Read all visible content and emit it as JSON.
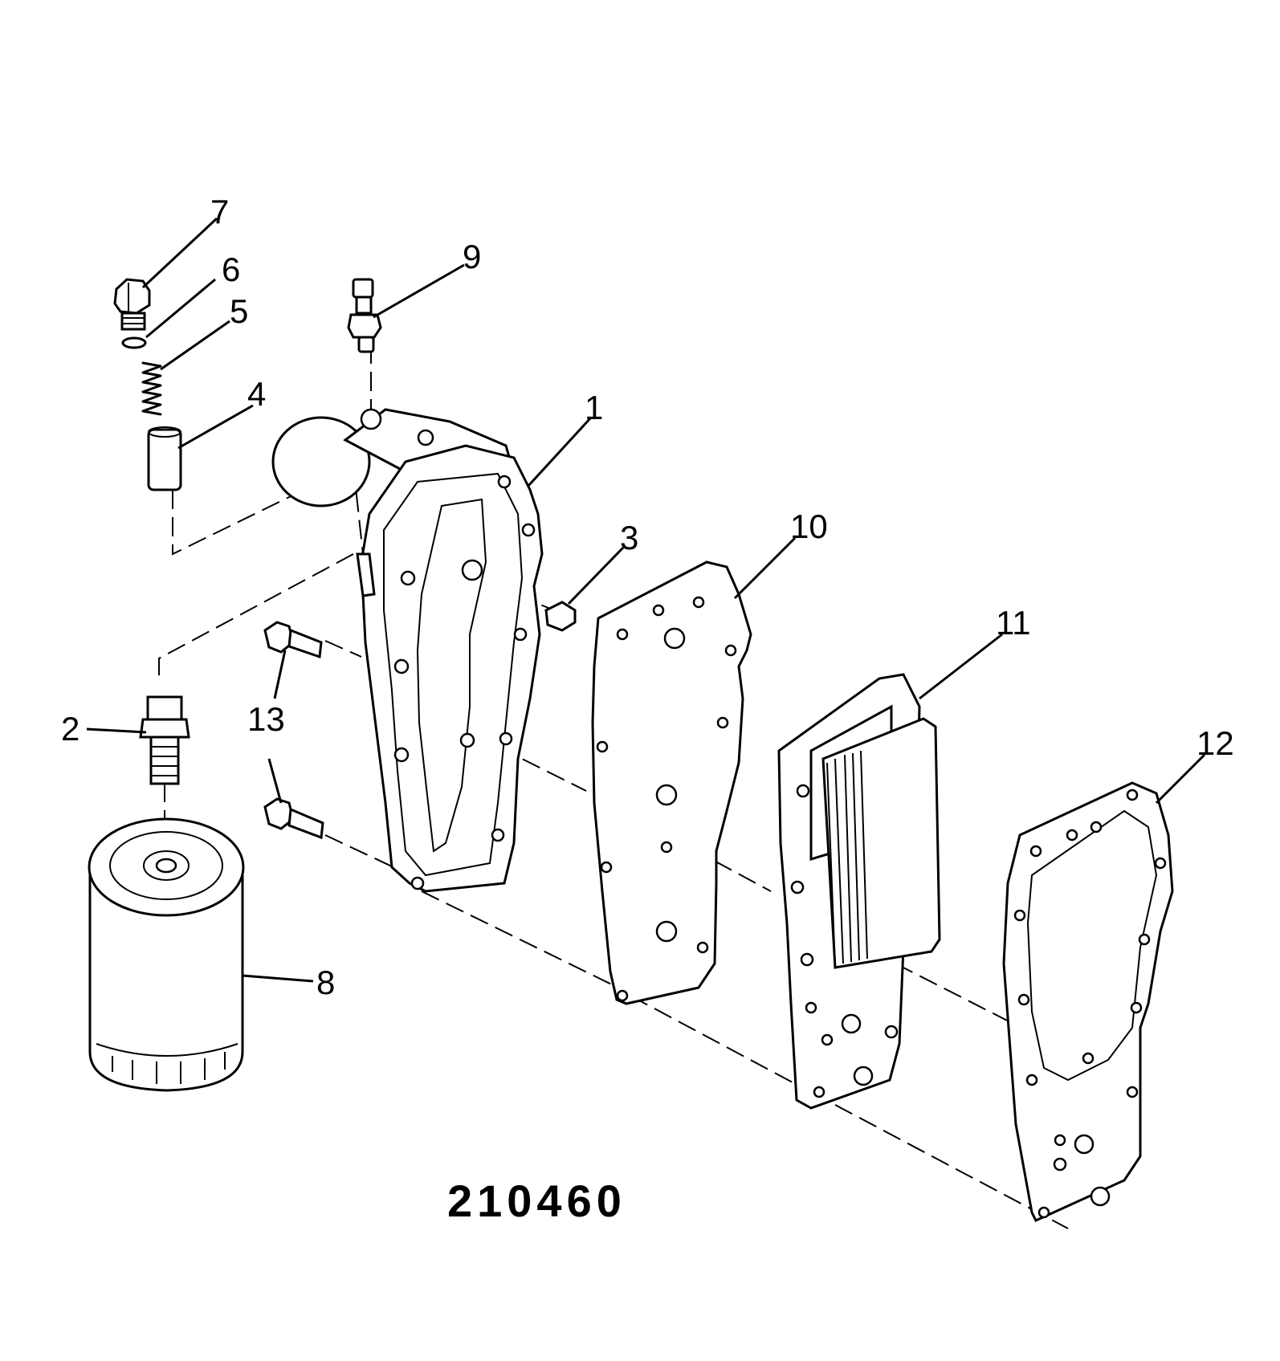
{
  "drawing_number": "210460",
  "callouts": [
    {
      "id": "1",
      "part": "oil-cooler-housing"
    },
    {
      "id": "2",
      "part": "filter-adapter-nipple"
    },
    {
      "id": "3",
      "part": "plug"
    },
    {
      "id": "4",
      "part": "relief-valve-plunger"
    },
    {
      "id": "5",
      "part": "spring"
    },
    {
      "id": "6",
      "part": "o-ring"
    },
    {
      "id": "7",
      "part": "plug"
    },
    {
      "id": "8",
      "part": "oil-filter"
    },
    {
      "id": "9",
      "part": "pressure-sensor"
    },
    {
      "id": "10",
      "part": "gasket"
    },
    {
      "id": "11",
      "part": "oil-cooler-core"
    },
    {
      "id": "12",
      "part": "gasket"
    },
    {
      "id": "13",
      "part": "bolt"
    }
  ]
}
